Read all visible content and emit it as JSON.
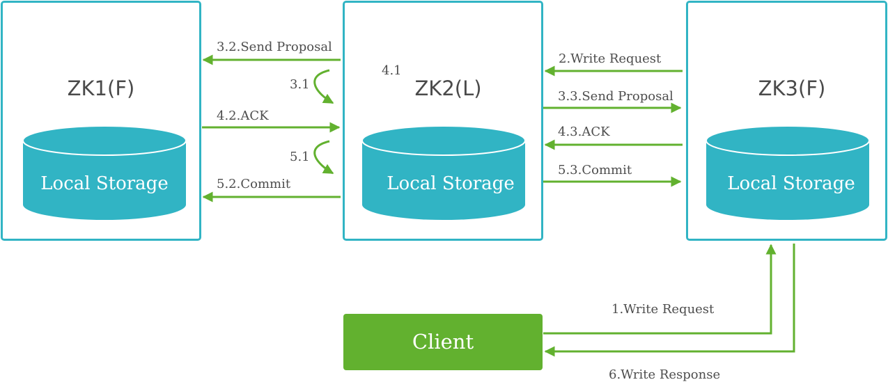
{
  "colors": {
    "border": "#31b4c4",
    "storage": "#31b4c4",
    "arrow": "#62b12f",
    "client": "#62b12f"
  },
  "nodes": [
    {
      "title": "ZK1(F)",
      "storage": "Local Storage"
    },
    {
      "title": "ZK2(L)",
      "storage": "Local Storage"
    },
    {
      "title": "ZK3(F)",
      "storage": "Local Storage"
    }
  ],
  "client": {
    "label": "Client"
  },
  "labels": {
    "send_proposal_zk1": "3.2.Send Proposal",
    "ack_zk1": "4.2.ACK",
    "commit_zk1": "5.2.Commit",
    "step_3_1": "3.1",
    "step_4_1": "4.1",
    "step_5_1": "5.1",
    "write_request_zk2": "2.Write Request",
    "send_proposal_zk3": "3.3.Send Proposal",
    "ack_zk3": "4.3.ACK",
    "commit_zk3": "5.3.Commit",
    "client_write_request": "1.Write Request",
    "client_write_response": "6.Write Response"
  }
}
